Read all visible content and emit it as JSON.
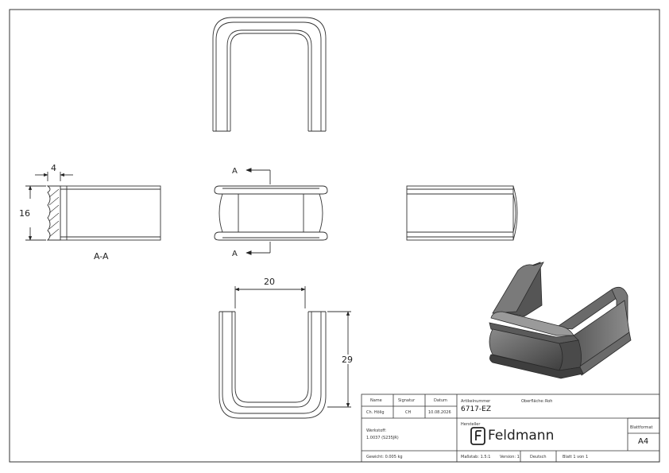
{
  "labels": {
    "dim_thickness": "4",
    "dim_height": "16",
    "dim_width": "20",
    "dim_depth": "29",
    "section_label": "A-A",
    "section_marker_top": "A",
    "section_marker_bottom": "A"
  },
  "title_block": {
    "name_header": "Name",
    "signature_header": "Signatur",
    "date_header": "Datum",
    "name_value": "Ch. Hölig",
    "signature_value": "CH",
    "date_value": "10.08.2026",
    "article_label": "Artikelnummer",
    "article_value": "6717-EZ",
    "surface_label": "Oberfläche:",
    "surface_value": "Roh",
    "material_label": "Werkstoff:",
    "material_value": "1.0037 (S235JR)",
    "manufacturer_label": "Hersteller",
    "brand_name": "Feldmann",
    "format_label": "Blattformat",
    "format_value": "A4",
    "weight_text": "Gewicht: 0.005 kg",
    "scale_text": "Maßstab: 1.5:1",
    "version_text": "Version: 1",
    "language_text": "Deutsch",
    "sheet_text": "Blatt 1 von 1"
  },
  "colors": {
    "line": "#333333",
    "render_dark": "#4a4a4a",
    "render_mid": "#6e6e6e",
    "render_light": "#9a9a9a",
    "brand": "#222222"
  }
}
